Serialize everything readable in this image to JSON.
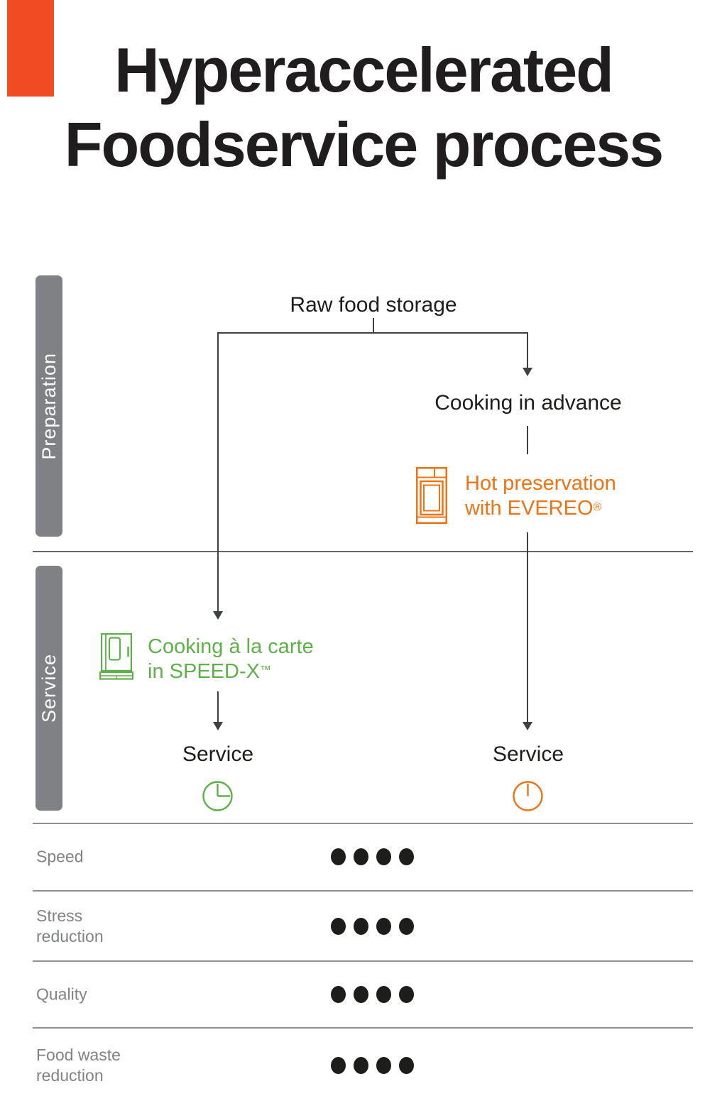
{
  "page": {
    "background": "#ffffff"
  },
  "accent": {
    "corner_color": "#F04B23"
  },
  "title": {
    "line1": "Hyperaccelerated",
    "line2": "Foodservice process"
  },
  "sections": {
    "preparation": "Preparation",
    "service": "Service"
  },
  "flowchart": {
    "raw_food_storage": "Raw food storage",
    "cooking_in_advance": "Cooking in advance",
    "evereo": {
      "line1": "Hot preservation",
      "line2": "with EVEREO",
      "mark": "®",
      "color": "#EC7316"
    },
    "speedx": {
      "line1": "Cooking à la carte",
      "line2": "in SPEED-X",
      "mark": "™",
      "color": "#60AE4C"
    },
    "service_left": "Service",
    "service_right": "Service",
    "icons": {
      "evereo_oven": "evereo-oven-outline-icon",
      "speedx_oven": "speedx-oven-outline-icon",
      "clock_left": "clock-quarter-past-icon",
      "clock_right": "clock-at-twelve-icon"
    }
  },
  "ratings": {
    "label_color": "#808285",
    "dot_color": "#1d1d1b",
    "rows": [
      {
        "label": "Speed",
        "value": 4,
        "max": 4
      },
      {
        "label": "Stress reduction",
        "value": 4,
        "max": 4
      },
      {
        "label": "Quality",
        "value": 4,
        "max": 4
      },
      {
        "label": "Food waste reduction",
        "value": 4,
        "max": 4
      }
    ]
  }
}
